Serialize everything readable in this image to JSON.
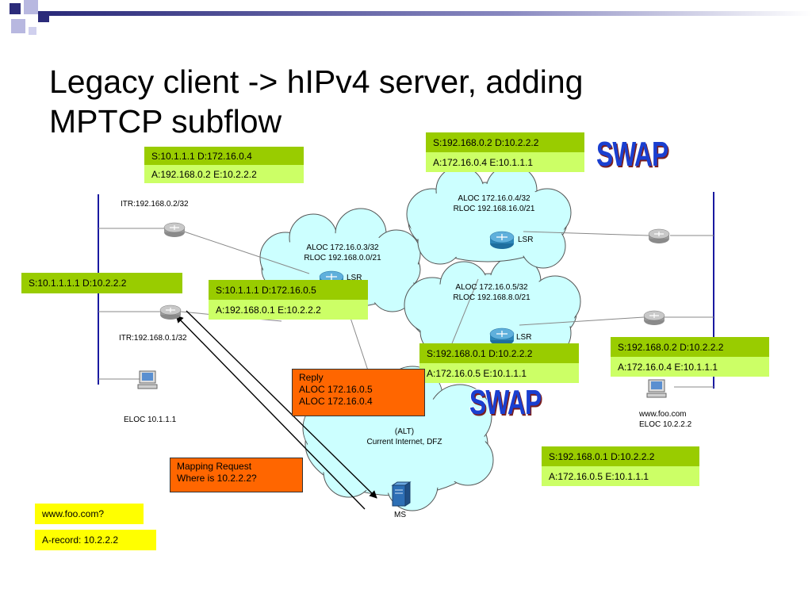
{
  "slide": {
    "title_line1": "Legacy client -> hIPv4 server, adding",
    "title_line2": "MPTCP subflow"
  },
  "labels": {
    "itr_top": "ITR:192.168.0.2/32",
    "itr_bottom": "ITR:192.168.0.1/32",
    "eloc_left": "ELOC 10.1.1.1",
    "server_line1": "www.foo.com",
    "server_line2": "ELOC 10.2.2.2",
    "ms": "MS"
  },
  "clouds": {
    "top_right": {
      "line1": "ALOC 172.16.0.4/32",
      "line2": "RLOC 192.168.16.0/21",
      "lsr": "LSR"
    },
    "mid_left": {
      "line1": "ALOC 172.16.0.3/32",
      "line2": "RLOC 192.168.0.0/21",
      "lsr": "LSR"
    },
    "mid_right": {
      "line1": "ALOC 172.16.0.5/32",
      "line2": "RLOC 192.168.8.0/21",
      "lsr": "LSR"
    },
    "alt": {
      "line1": "(ALT)",
      "line2": "Current Internet, DFZ"
    }
  },
  "boxes": {
    "top_left": {
      "s": "S:10.1.1.1 D:172.16.0.4",
      "a": "A:192.168.0.2 E:10.2.2.2"
    },
    "top_right": {
      "s": "S:192.168.0.2 D:10.2.2.2",
      "a": "A:172.16.0.4 E:10.1.1.1"
    },
    "client_left": {
      "s": "S:10.1.1.1.1 D:10.2.2.2"
    },
    "mid": {
      "s": "S:10.1.1.1 D:172.16.0.5",
      "a": "A:192.168.0.1 E:10.2.2.2"
    },
    "center": {
      "s": "S:192.168.0.1 D:10.2.2.2",
      "a": "A:172.16.0.5 E:10.1.1.1"
    },
    "right": {
      "s": "S:192.168.0.2 D:10.2.2.2",
      "a": "A:172.16.0.4 E:10.1.1.1"
    },
    "bottom_right": {
      "s": "S:192.168.0.1 D:10.2.2.2",
      "a": "A:172.16.0.5 E:10.1.1.1"
    }
  },
  "reply": {
    "line1": "Reply",
    "line2": "ALOC 172.16.0.5",
    "line3": "ALOC 172.16.0.4"
  },
  "mapping_request": {
    "line1": "Mapping Request",
    "line2": "Where is 10.2.2.2?"
  },
  "dns": {
    "query": "www.foo.com?",
    "answer": "A-record: 10.2.2.2"
  },
  "swap": {
    "top": "SWAP",
    "bottom": "SWAP"
  },
  "colors": {
    "accent_navy": "#2b2b7a",
    "cloud_fill": "#ccffff",
    "box_dark": "#99cc00",
    "box_light": "#ccff66",
    "highlight_orange": "#ff6600",
    "dns_yellow": "#ffff00"
  }
}
